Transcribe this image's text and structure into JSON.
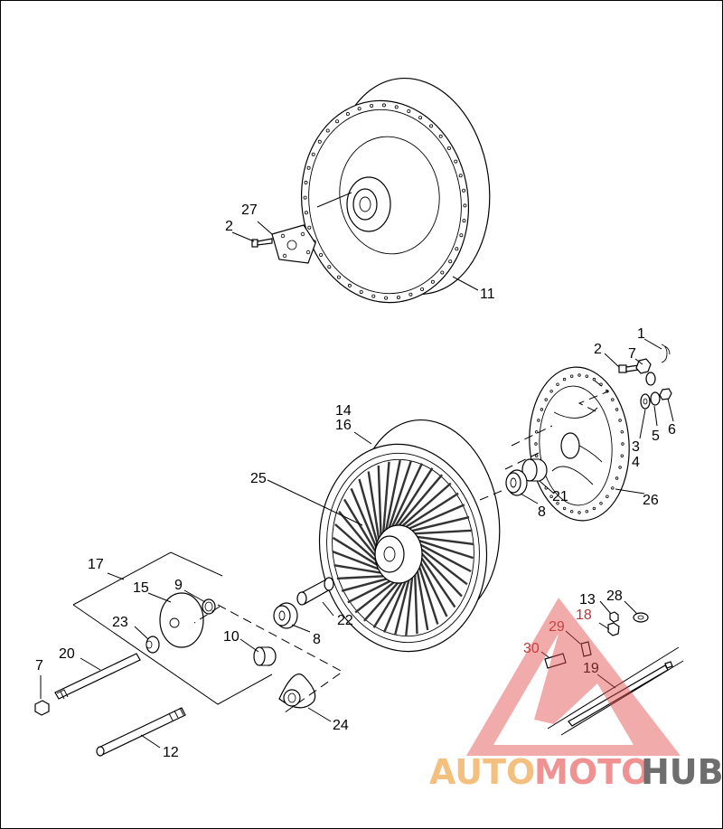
{
  "diagram": {
    "callouts": [
      {
        "id": "c1",
        "label": "1"
      },
      {
        "id": "c2a",
        "label": "2"
      },
      {
        "id": "c2b",
        "label": "2"
      },
      {
        "id": "c3",
        "label": "3"
      },
      {
        "id": "c4",
        "label": "4"
      },
      {
        "id": "c5",
        "label": "5"
      },
      {
        "id": "c6",
        "label": "6"
      },
      {
        "id": "c7a",
        "label": "7"
      },
      {
        "id": "c7b",
        "label": "7"
      },
      {
        "id": "c8a",
        "label": "8"
      },
      {
        "id": "c8b",
        "label": "8"
      },
      {
        "id": "c9",
        "label": "9"
      },
      {
        "id": "c10",
        "label": "10"
      },
      {
        "id": "c11",
        "label": "11"
      },
      {
        "id": "c12",
        "label": "12"
      },
      {
        "id": "c13",
        "label": "13"
      },
      {
        "id": "c14",
        "label": "14"
      },
      {
        "id": "c15",
        "label": "15"
      },
      {
        "id": "c16",
        "label": "16"
      },
      {
        "id": "c17",
        "label": "17"
      },
      {
        "id": "c18",
        "label": "18"
      },
      {
        "id": "c19",
        "label": "19"
      },
      {
        "id": "c20",
        "label": "20"
      },
      {
        "id": "c21",
        "label": "21"
      },
      {
        "id": "c22",
        "label": "22"
      },
      {
        "id": "c23",
        "label": "23"
      },
      {
        "id": "c24",
        "label": "24"
      },
      {
        "id": "c25",
        "label": "25"
      },
      {
        "id": "c26",
        "label": "26"
      },
      {
        "id": "c27",
        "label": "27"
      },
      {
        "id": "c28",
        "label": "28"
      },
      {
        "id": "c29",
        "label": "29"
      },
      {
        "id": "c30",
        "label": "30"
      }
    ]
  },
  "watermark": {
    "part1": "AUTO",
    "part2": "MOTO",
    "part3": "HUB",
    "color_auto": "#f2b66a",
    "color_moto": "#ef7f7f",
    "color_hub": "#555555",
    "triangle_color": "#e24a4a"
  }
}
